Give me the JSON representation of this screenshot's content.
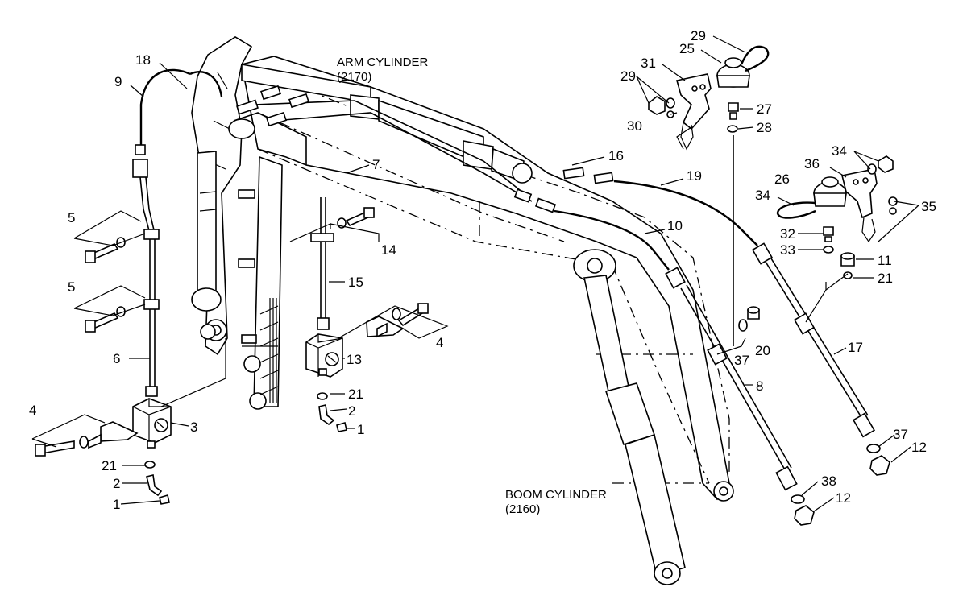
{
  "captions": {
    "arm_title": "ARM CYLINDER",
    "arm_code": "(2170)",
    "boom_title": "BOOM CYLINDER",
    "boom_code": "(2160)"
  },
  "labels": [
    {
      "id": "n18",
      "text": "18"
    },
    {
      "id": "n9",
      "text": "9"
    },
    {
      "id": "n5a",
      "text": "5"
    },
    {
      "id": "n5b",
      "text": "5"
    },
    {
      "id": "n6",
      "text": "6"
    },
    {
      "id": "n3",
      "text": "3"
    },
    {
      "id": "n4a",
      "text": "4"
    },
    {
      "id": "n21a",
      "text": "21"
    },
    {
      "id": "n2a",
      "text": "2"
    },
    {
      "id": "n1a",
      "text": "1"
    },
    {
      "id": "n7",
      "text": "7"
    },
    {
      "id": "n14",
      "text": "14"
    },
    {
      "id": "n15",
      "text": "15"
    },
    {
      "id": "n4b",
      "text": "4"
    },
    {
      "id": "n13",
      "text": "13"
    },
    {
      "id": "n21b",
      "text": "21"
    },
    {
      "id": "n2b",
      "text": "2"
    },
    {
      "id": "n1b",
      "text": "1"
    },
    {
      "id": "n16",
      "text": "16"
    },
    {
      "id": "n19",
      "text": "19"
    },
    {
      "id": "n10",
      "text": "10"
    },
    {
      "id": "n29a",
      "text": "29"
    },
    {
      "id": "n25",
      "text": "25"
    },
    {
      "id": "n31",
      "text": "31"
    },
    {
      "id": "n29b",
      "text": "29"
    },
    {
      "id": "n27",
      "text": "27"
    },
    {
      "id": "n30",
      "text": "30"
    },
    {
      "id": "n28",
      "text": "28"
    },
    {
      "id": "n34a",
      "text": "34"
    },
    {
      "id": "n36",
      "text": "36"
    },
    {
      "id": "n26",
      "text": "26"
    },
    {
      "id": "n34b",
      "text": "34"
    },
    {
      "id": "n35",
      "text": "35"
    },
    {
      "id": "n32",
      "text": "32"
    },
    {
      "id": "n33",
      "text": "33"
    },
    {
      "id": "n11",
      "text": "11"
    },
    {
      "id": "n21c",
      "text": "21"
    },
    {
      "id": "n20",
      "text": "20"
    },
    {
      "id": "n37a",
      "text": "37"
    },
    {
      "id": "n8",
      "text": "8"
    },
    {
      "id": "n17",
      "text": "17"
    },
    {
      "id": "n37b",
      "text": "37"
    },
    {
      "id": "n12a",
      "text": "12"
    },
    {
      "id": "n38",
      "text": "38"
    },
    {
      "id": "n12b",
      "text": "12"
    }
  ]
}
